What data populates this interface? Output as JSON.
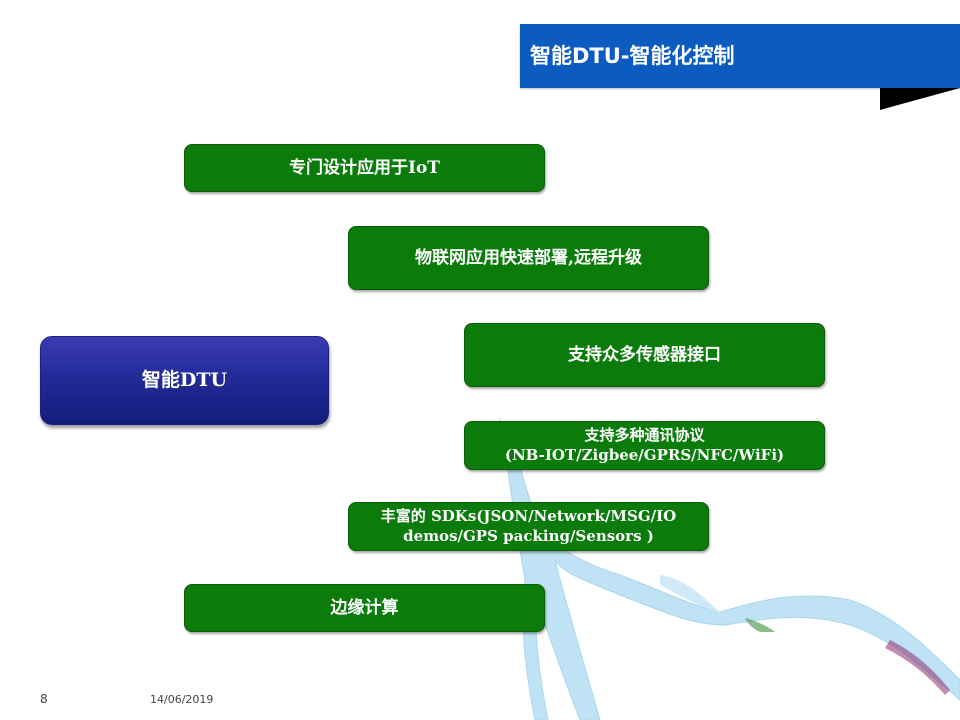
{
  "slide": {
    "title": "智能DTU-智能化控制",
    "page_number": "8",
    "date": "14/06/2019"
  },
  "center": {
    "label": "智能DTU"
  },
  "features": [
    {
      "line1": "专门设计应用于IoT"
    },
    {
      "line1": "物联网应用快速部署,远程升级"
    },
    {
      "line1": "支持众多传感器接口"
    },
    {
      "line1": "支持多种通讯协议",
      "line2": "(NB-IOT/Zigbee/GPRS/NFC/WiFi)"
    },
    {
      "line1": "丰富的 SDKs(JSON/Network/MSG/IO",
      "line2": "demos/GPS packing/Sensors )"
    },
    {
      "line1": "边缘计算"
    }
  ],
  "colors": {
    "title_bar": "#0b5bc0",
    "feature_box": "#0b7b0b",
    "center_box": "#232b9a",
    "river": "#bfe3f5"
  }
}
